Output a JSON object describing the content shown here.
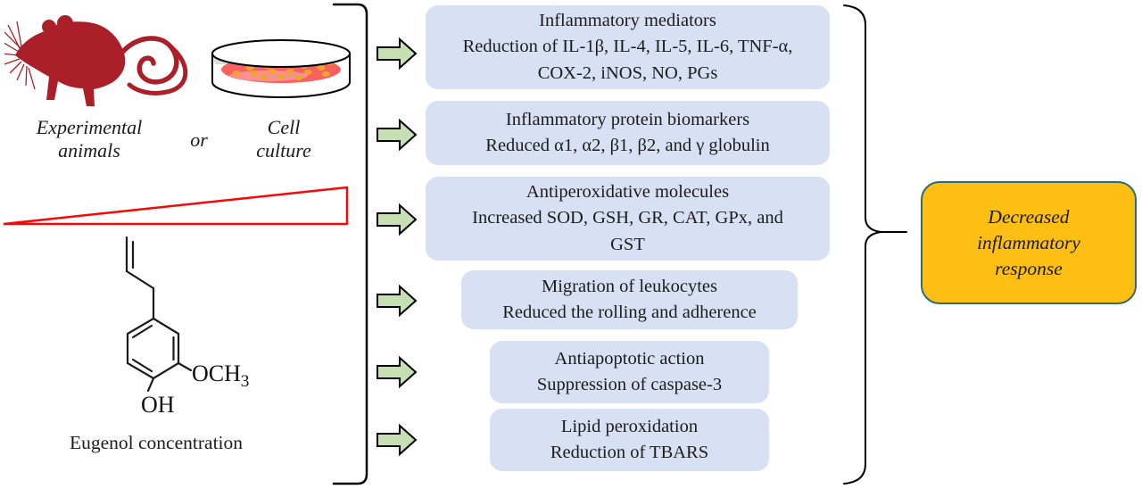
{
  "figure": {
    "left": {
      "experimental_animals_label": "Experimental\nanimals",
      "or_label": "or",
      "cell_culture_label": "Cell\nculture",
      "eugenol_concentration_label": "Eugenol concentration",
      "molecule": {
        "methoxy_label": "OCH",
        "methoxy_subscript": "3",
        "hydroxyl_label": "OH"
      }
    },
    "pathways": [
      {
        "name": "inflammatory-mediators",
        "lines": [
          "Inflammatory mediators",
          "Reduction of IL-1β, IL-4, IL-5, IL-6, TNF-α,",
          "COX-2, iNOS, NO, PGs"
        ]
      },
      {
        "name": "inflammatory-protein-biomarkers",
        "lines": [
          "Inflammatory protein biomarkers",
          "Reduced α1, α2, β1, β2, and γ globulin"
        ]
      },
      {
        "name": "antiperoxidative-molecules",
        "lines": [
          "Antiperoxidative molecules",
          "Increased SOD, GSH, GR, CAT, GPx, and",
          "GST"
        ]
      },
      {
        "name": "migration-of-leukocytes",
        "lines": [
          "Migration of leukocytes",
          "Reduced the rolling and adherence"
        ]
      },
      {
        "name": "antiapoptotic-action",
        "lines": [
          "Antiapoptotic action",
          "Suppression of caspase-3"
        ]
      },
      {
        "name": "lipid-peroxidation",
        "lines": [
          "Lipid peroxidation",
          "Reduction of TBARS"
        ]
      }
    ],
    "outcome": {
      "lines": [
        "Decreased",
        "inflammatory",
        "response"
      ]
    },
    "icons": {
      "rat": "rat-icon",
      "petri_dish": "petri-dish-icon",
      "concentration_gradient": "concentration-triangle-icon",
      "eugenol_structure": "eugenol-structure-icon",
      "pathway_arrow": "block-arrow-right-icon",
      "left_bracket": "square-bracket-icon",
      "right_brace": "curly-brace-icon"
    },
    "colors": {
      "pathway_box_fill": "#d8e0f3",
      "arrow_fill": "#c6e0b4",
      "arrow_stroke": "#000000",
      "outcome_fill": "#fdbf13",
      "outcome_border": "#2f6b70",
      "rat_red": "#ab2028",
      "dish_medium": "#f8615f",
      "dish_medium_light": "#fb9090",
      "dish_colony": "#efa42f",
      "dish_rim_shade": "#dcdcdc",
      "triangle_stroke": "#fb0607",
      "text_color": "#1c1c1c"
    }
  }
}
